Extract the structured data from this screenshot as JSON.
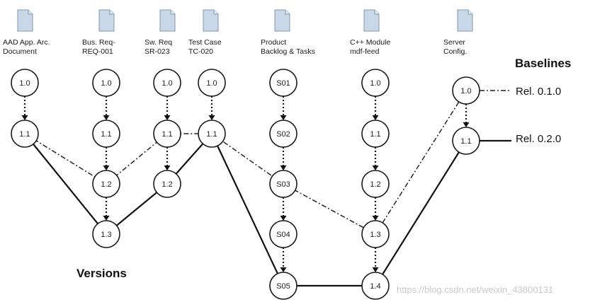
{
  "columns": [
    {
      "id": "aad",
      "label_lines": [
        "AAD App. Arc.",
        "Document"
      ]
    },
    {
      "id": "busreq",
      "label_lines": [
        "Bus. Req-",
        "REQ-001"
      ]
    },
    {
      "id": "swreq",
      "label_lines": [
        "Sw. Req",
        "SR-023"
      ]
    },
    {
      "id": "test",
      "label_lines": [
        "Test Case",
        "TC-020"
      ]
    },
    {
      "id": "backlog",
      "label_lines": [
        "Product",
        "Backlog & Tasks"
      ]
    },
    {
      "id": "cpp",
      "label_lines": [
        "C++ Module",
        "mdf-feed"
      ]
    },
    {
      "id": "server",
      "label_lines": [
        "Server",
        "Config."
      ]
    }
  ],
  "nodes": [
    {
      "id": "aad_10",
      "col": "aad",
      "label": "1.0"
    },
    {
      "id": "aad_11",
      "col": "aad",
      "label": "1.1"
    },
    {
      "id": "bus_10",
      "col": "busreq",
      "label": "1.0"
    },
    {
      "id": "bus_11",
      "col": "busreq",
      "label": "1.1"
    },
    {
      "id": "bus_12",
      "col": "busreq",
      "label": "1.2"
    },
    {
      "id": "bus_13",
      "col": "busreq",
      "label": "1.3"
    },
    {
      "id": "sw_10",
      "col": "swreq",
      "label": "1.0"
    },
    {
      "id": "sw_11",
      "col": "swreq",
      "label": "1.1"
    },
    {
      "id": "sw_12",
      "col": "swreq",
      "label": "1.2"
    },
    {
      "id": "tc_10",
      "col": "test",
      "label": "1.0"
    },
    {
      "id": "tc_11",
      "col": "test",
      "label": "1.1"
    },
    {
      "id": "pb_s01",
      "col": "backlog",
      "label": "S01"
    },
    {
      "id": "pb_s02",
      "col": "backlog",
      "label": "S02"
    },
    {
      "id": "pb_s03",
      "col": "backlog",
      "label": "S03"
    },
    {
      "id": "pb_s04",
      "col": "backlog",
      "label": "S04"
    },
    {
      "id": "pb_s05",
      "col": "backlog",
      "label": "S05"
    },
    {
      "id": "cpp_10",
      "col": "cpp",
      "label": "1.0"
    },
    {
      "id": "cpp_11",
      "col": "cpp",
      "label": "1.1"
    },
    {
      "id": "cpp_12",
      "col": "cpp",
      "label": "1.2"
    },
    {
      "id": "cpp_13",
      "col": "cpp",
      "label": "1.3"
    },
    {
      "id": "cpp_14",
      "col": "cpp",
      "label": "1.4"
    },
    {
      "id": "srv_10",
      "col": "server",
      "label": "1.0"
    },
    {
      "id": "srv_11",
      "col": "server",
      "label": "1.1"
    }
  ],
  "edges": {
    "dotted": [
      [
        "aad_10",
        "aad_11"
      ],
      [
        "bus_10",
        "bus_11"
      ],
      [
        "bus_11",
        "bus_12"
      ],
      [
        "bus_12",
        "bus_13"
      ],
      [
        "sw_10",
        "sw_11"
      ],
      [
        "sw_11",
        "sw_12"
      ],
      [
        "tc_10",
        "tc_11"
      ],
      [
        "pb_s01",
        "pb_s02"
      ],
      [
        "pb_s02",
        "pb_s03"
      ],
      [
        "pb_s03",
        "pb_s04"
      ],
      [
        "pb_s04",
        "pb_s05"
      ],
      [
        "cpp_10",
        "cpp_11"
      ],
      [
        "cpp_11",
        "cpp_12"
      ],
      [
        "cpp_12",
        "cpp_13"
      ],
      [
        "cpp_13",
        "cpp_14"
      ],
      [
        "srv_10",
        "srv_11"
      ]
    ],
    "baseline_rel_010": [
      "aad_11",
      "bus_12",
      "sw_11",
      "tc_11",
      "pb_s03",
      "cpp_13",
      "srv_10"
    ],
    "baseline_rel_020": [
      "aad_11",
      "bus_13",
      "sw_12",
      "tc_11",
      "pb_s05",
      "cpp_14",
      "srv_11"
    ]
  },
  "labels": {
    "baselines": "Baselines",
    "versions": "Versions",
    "rel_010": "Rel. 0.1.0",
    "rel_020": "Rel. 0.2.0",
    "watermark": "https://blog.csdn.net/weixin_43800131"
  },
  "colors": {
    "doc_icon_fill": "#c8d8e8",
    "doc_icon_stroke": "#7f97ad",
    "line": "#111111",
    "watermark": "#c9c9c9"
  }
}
